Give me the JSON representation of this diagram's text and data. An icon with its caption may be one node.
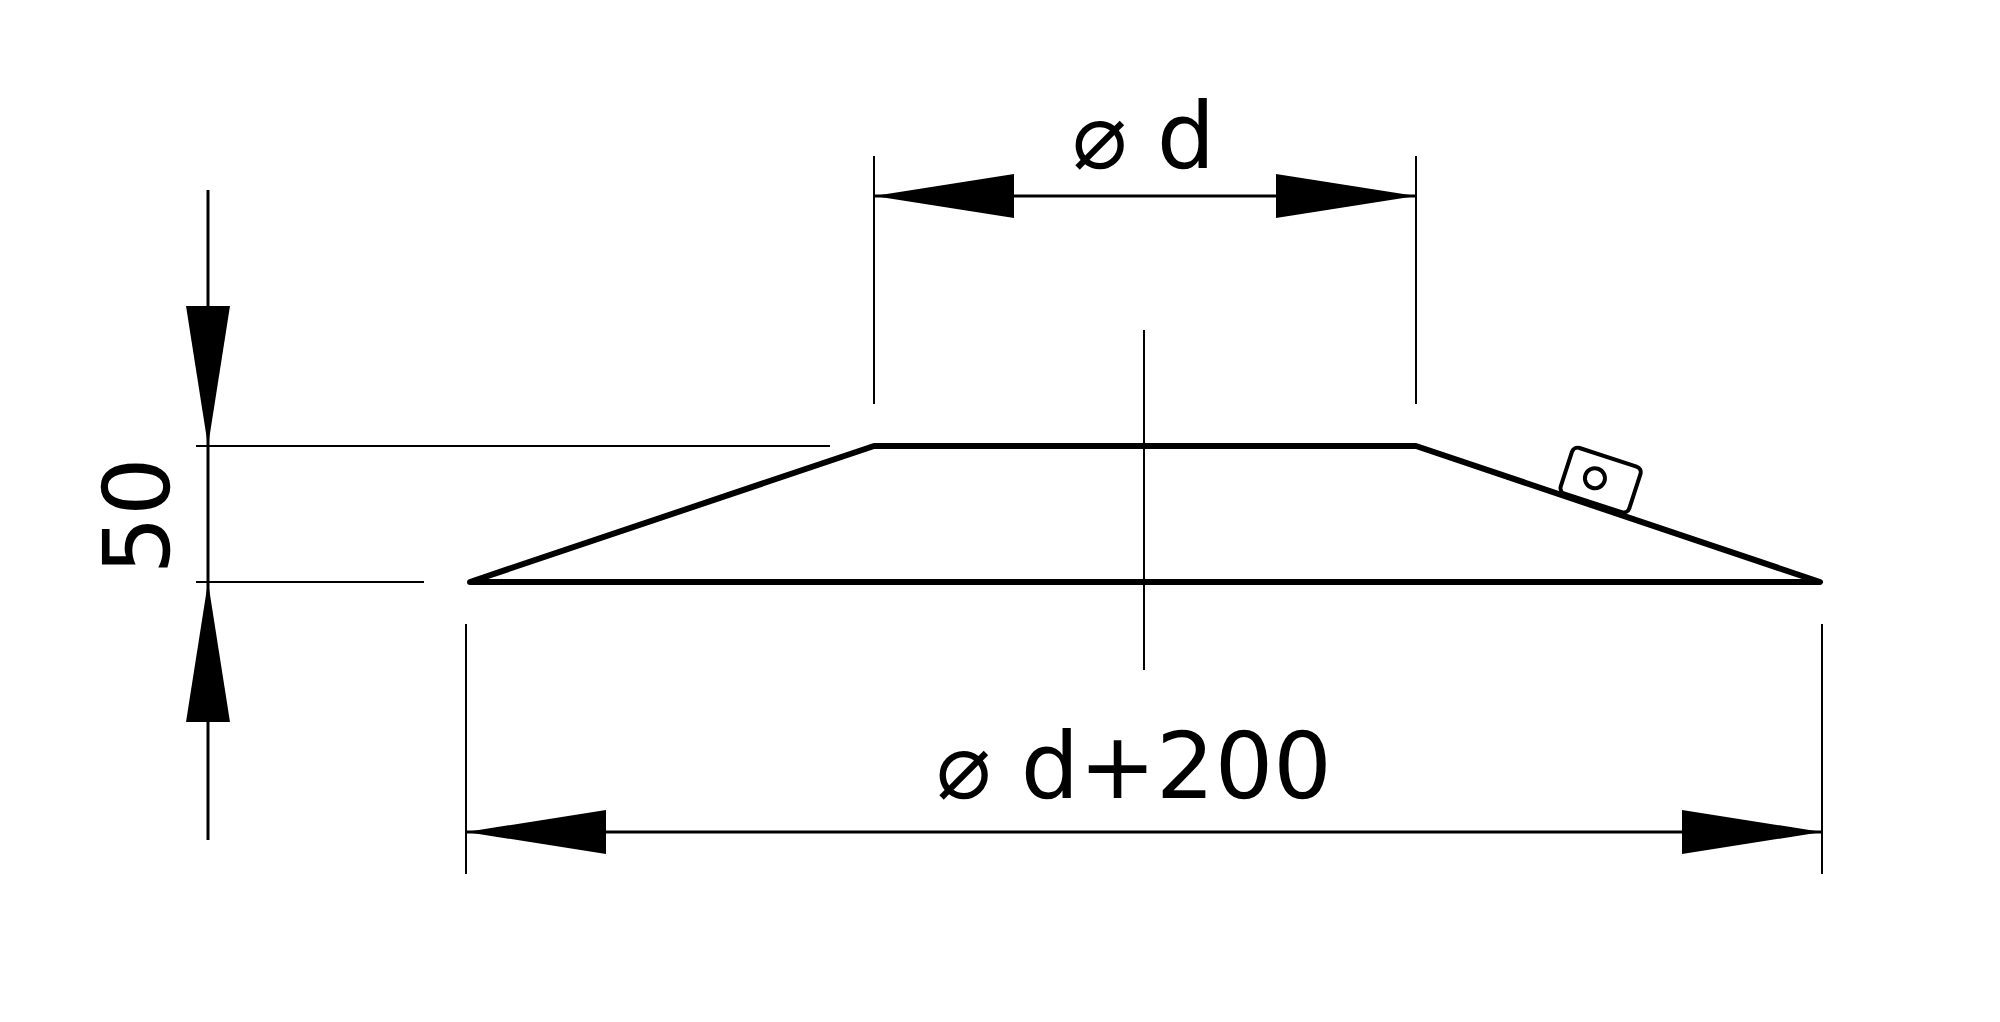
{
  "diagram": {
    "labels": [
      "⌀ d",
      "50",
      "⌀ d+200"
    ]
  }
}
